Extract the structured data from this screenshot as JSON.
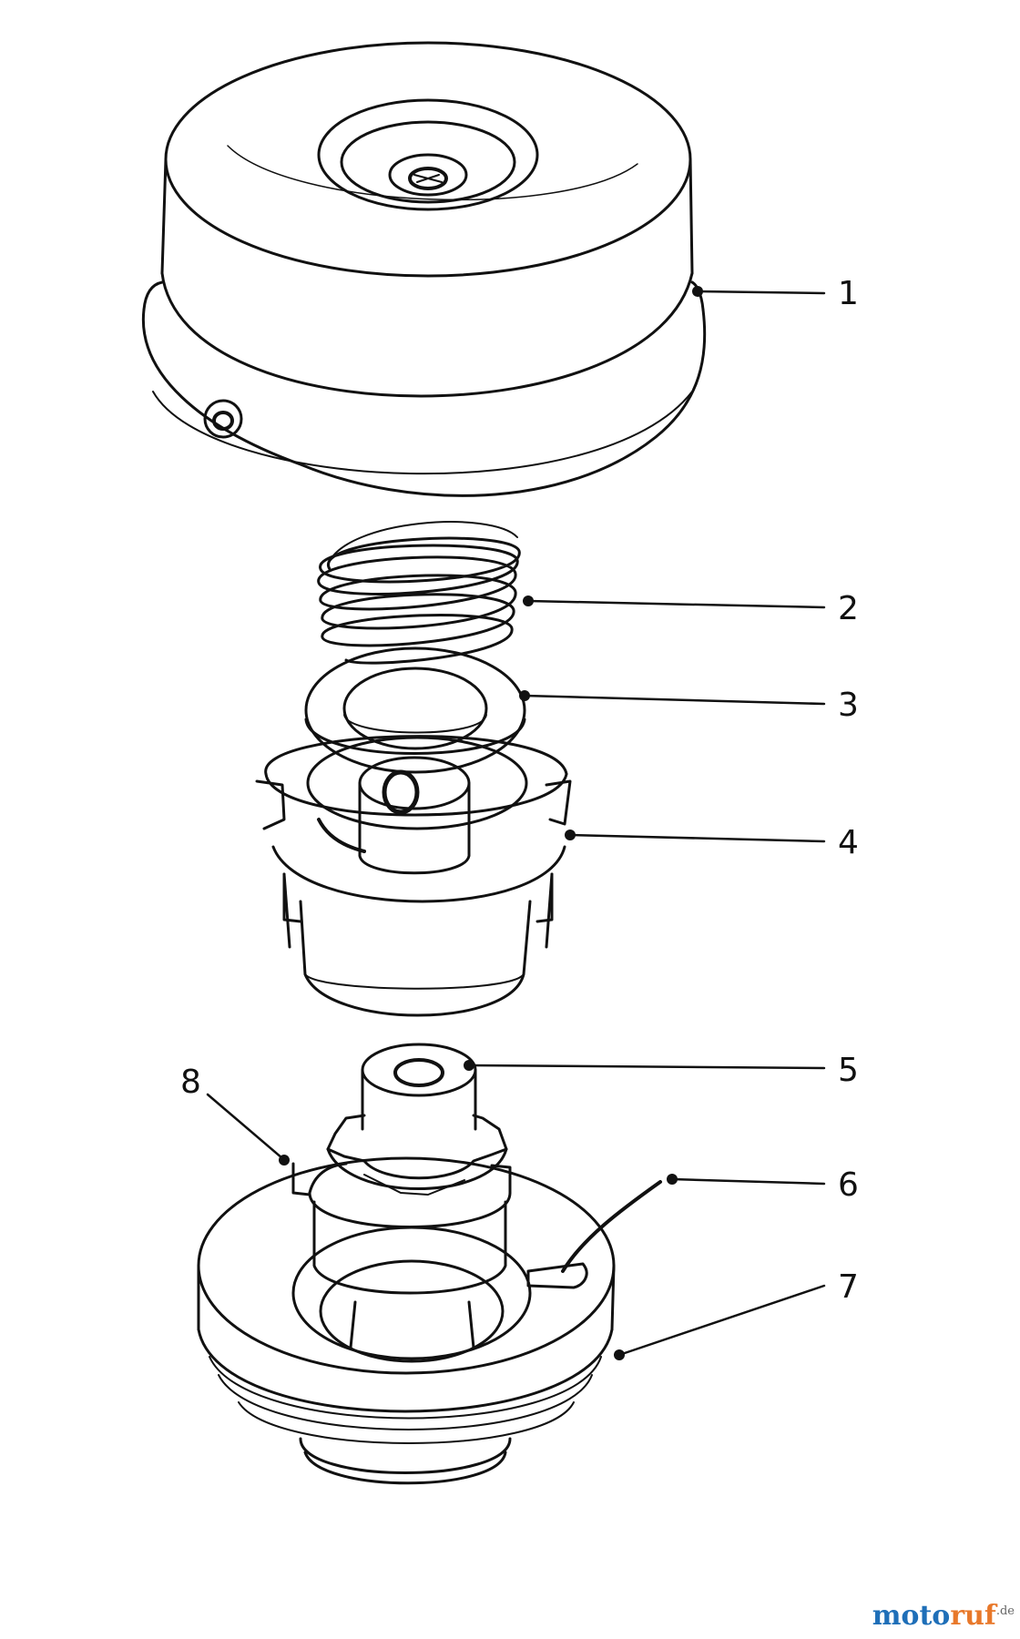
{
  "diagram": {
    "parts": [
      {
        "id": "1",
        "label": "1"
      },
      {
        "id": "2",
        "label": "2"
      },
      {
        "id": "3",
        "label": "3"
      },
      {
        "id": "4",
        "label": "4"
      },
      {
        "id": "5",
        "label": "5"
      },
      {
        "id": "6",
        "label": "6"
      },
      {
        "id": "7",
        "label": "7"
      },
      {
        "id": "8",
        "label": "8"
      }
    ]
  },
  "watermark": {
    "brand_main": "moto",
    "brand_accent": "ruf",
    "brand_tld": ".de"
  },
  "colors": {
    "ink": "#111111",
    "brand_blue": "#1f6fb8",
    "brand_orange": "#e8782a"
  }
}
